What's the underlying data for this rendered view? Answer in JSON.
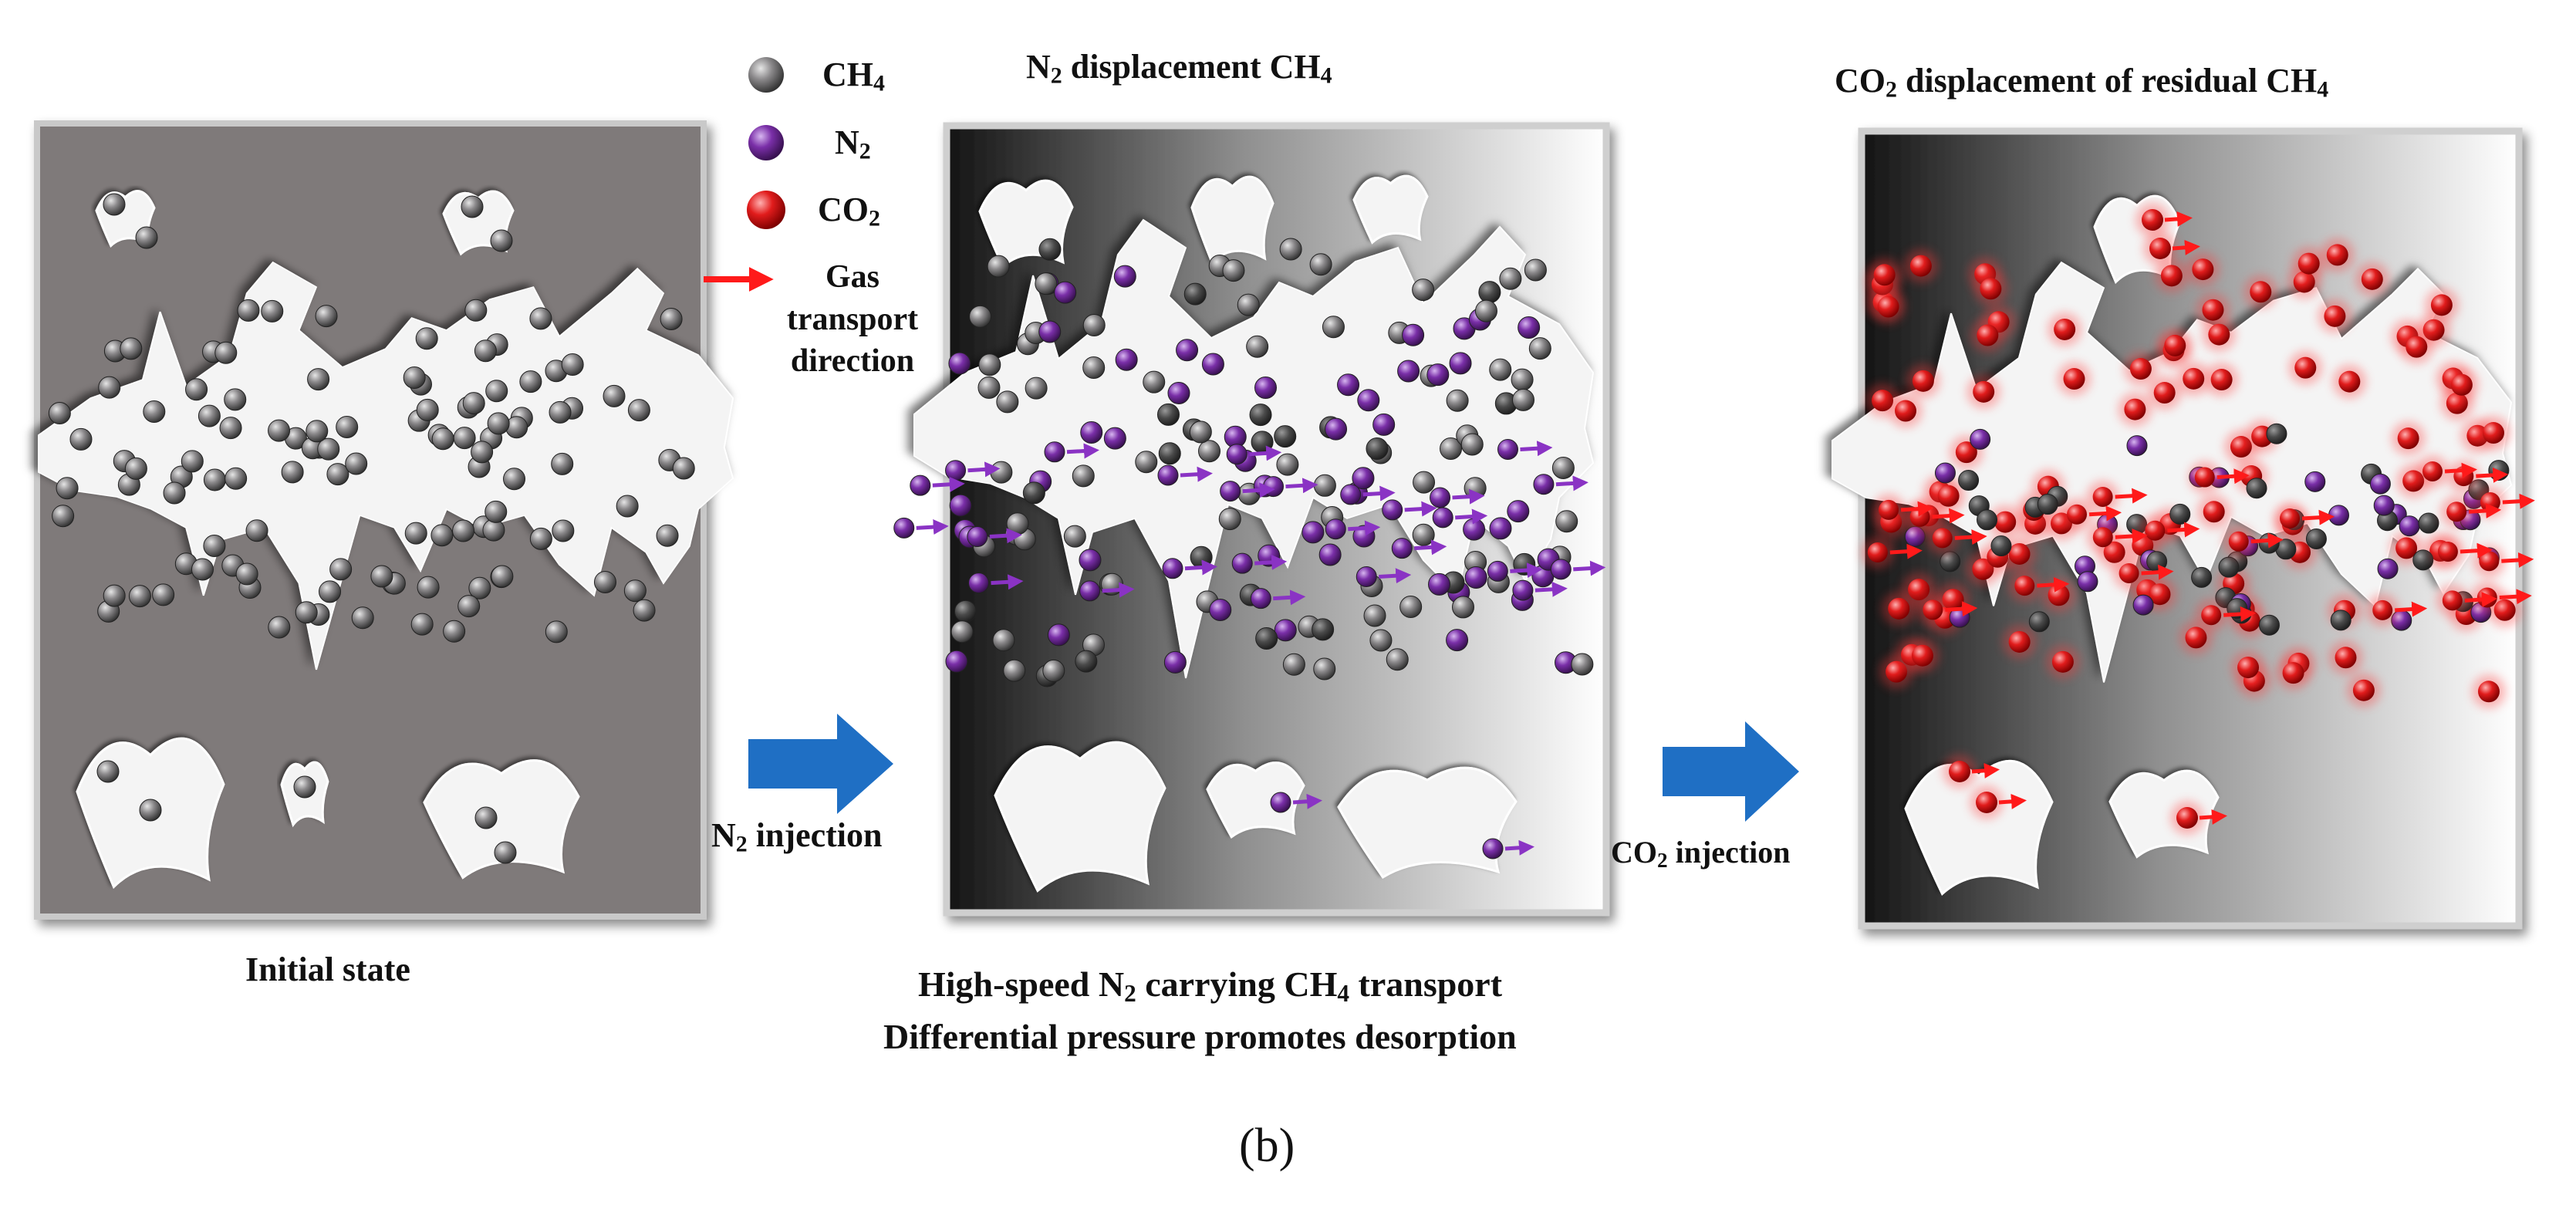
{
  "legend": {
    "ch4": {
      "text": "CH",
      "sub": "4",
      "color": "#7d7b7d",
      "icon": "gray-sphere-icon"
    },
    "n2": {
      "text": "N",
      "sub": "2",
      "color": "#7a2fa8",
      "icon": "purple-sphere-icon"
    },
    "co2": {
      "text": "CO",
      "sub": "2",
      "color": "#e11c1c",
      "icon": "red-sphere-icon"
    },
    "arrow": {
      "lines": [
        "Gas",
        "transport",
        "direction"
      ],
      "color": "#ff1a1a",
      "icon": "red-arrow-icon"
    }
  },
  "panels": {
    "initial": {
      "caption": "Initial state",
      "background": "#7f7a7a"
    },
    "n2": {
      "title": {
        "pre": "N",
        "sub": "2",
        "post": " displacement CH",
        "sub2": "4"
      },
      "caption_line1": {
        "pre": "High-speed N",
        "sub": "2",
        "post": " carrying CH",
        "sub2": "4",
        "post2": " transport"
      },
      "caption_line2": "Differential pressure promotes desorption"
    },
    "co2": {
      "title": {
        "pre": "CO",
        "sub": "2",
        "post": " displacement of residual CH",
        "sub2": "4"
      }
    }
  },
  "steps": {
    "n2_injection": {
      "pre": "N",
      "sub": "2",
      "post": " injection",
      "arrow_color": "#1f6fc4"
    },
    "co2_injection": {
      "pre": "CO",
      "sub": "2",
      "post": " injection",
      "arrow_color": "#1f6fc4"
    }
  },
  "figure_label": "(b)"
}
